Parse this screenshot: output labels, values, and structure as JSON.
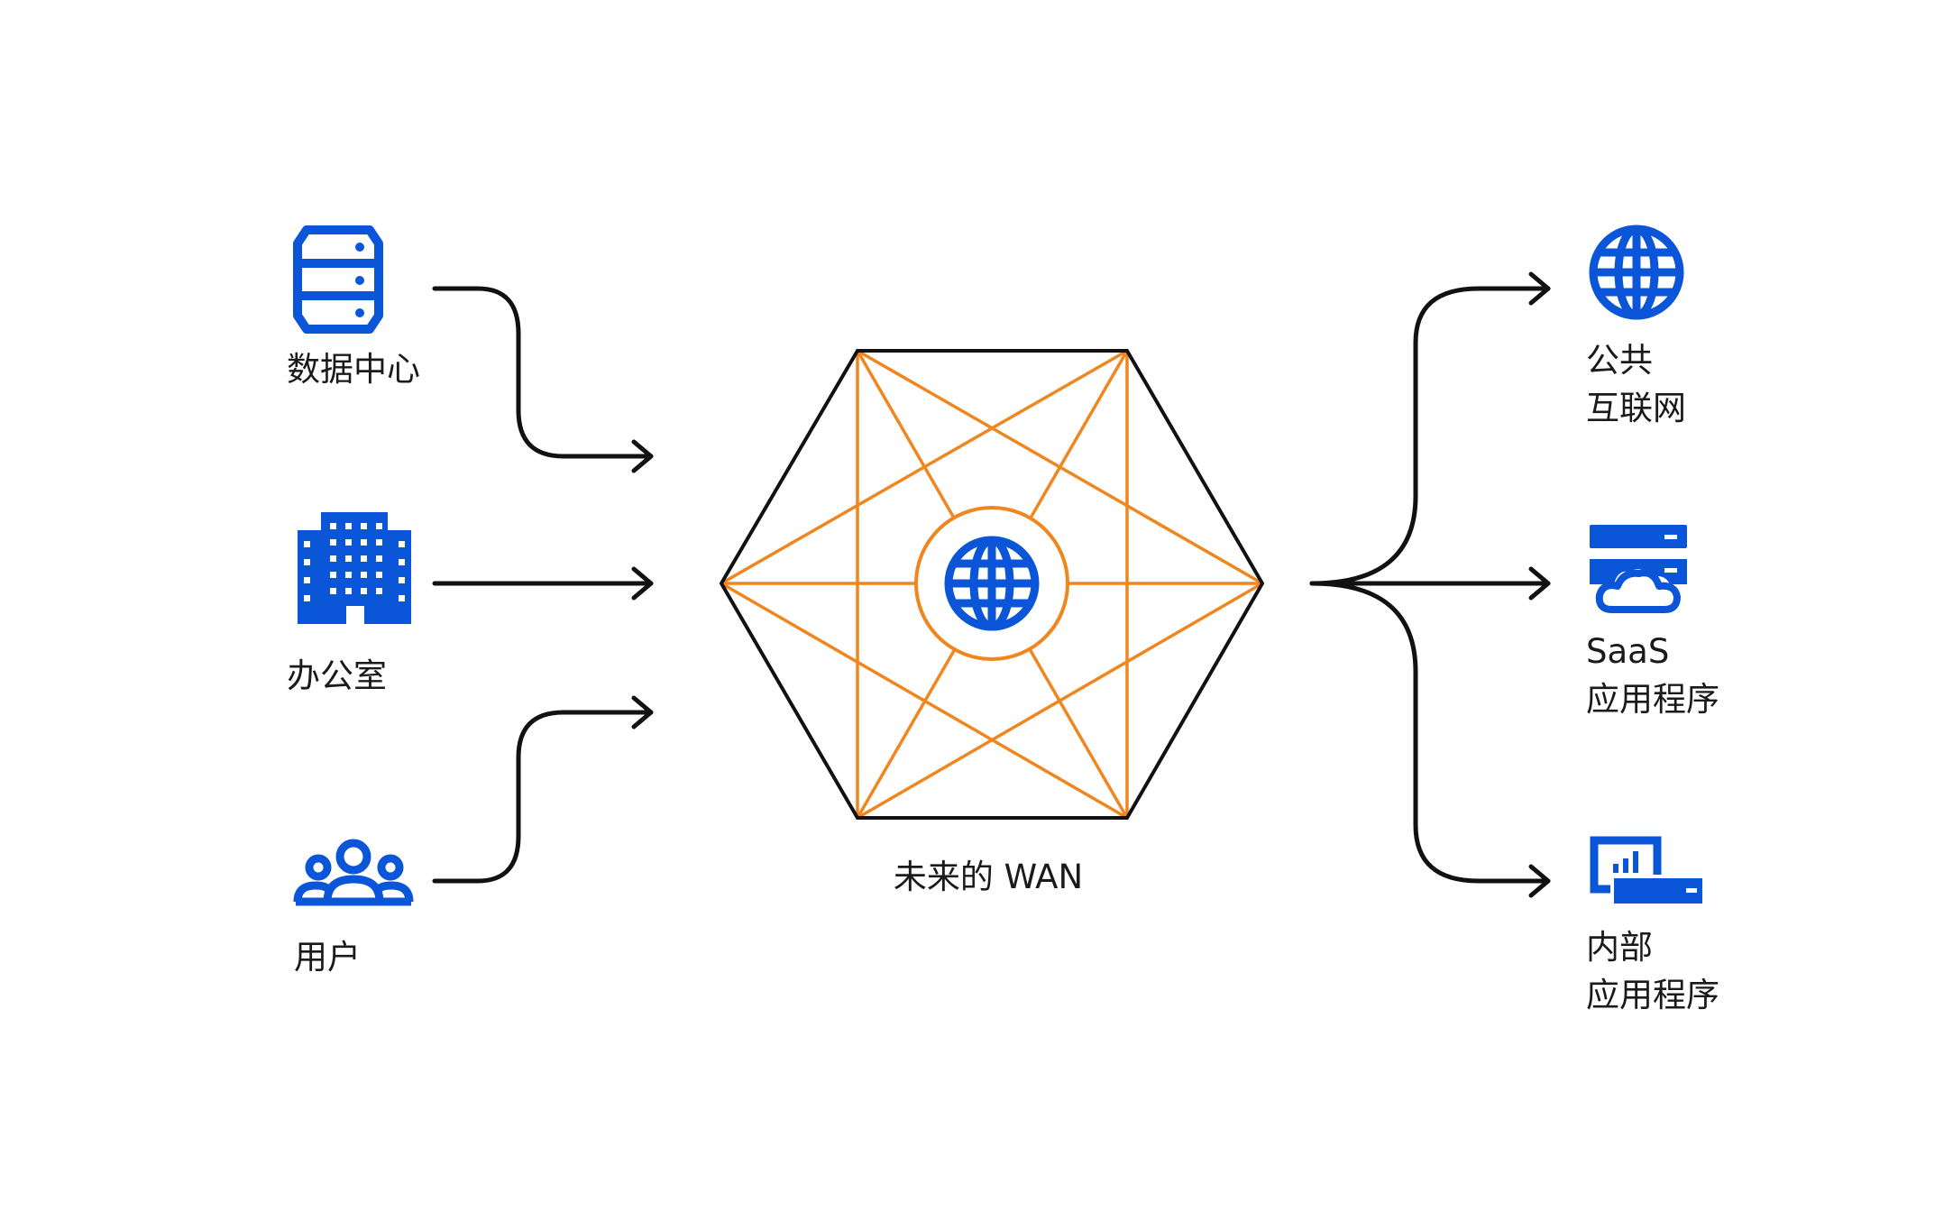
{
  "colors": {
    "icon": "#0a55d8",
    "mesh": "#f0861e",
    "line": "#111111"
  },
  "sources": [
    {
      "icon": "server-stack-icon",
      "label": "数据中心"
    },
    {
      "icon": "office-building-icon",
      "label": "办公室"
    },
    {
      "icon": "users-group-icon",
      "label": "用户"
    }
  ],
  "center": {
    "icon": "globe-icon",
    "label": "未来的 WAN"
  },
  "destinations": [
    {
      "icon": "globe-icon",
      "label_line1": "公共",
      "label_line2": "互联网"
    },
    {
      "icon": "saas-cloud-server-icon",
      "label_line1": "SaaS",
      "label_line2": "应用程序"
    },
    {
      "icon": "internal-app-dashboard-icon",
      "label_line1": "内部",
      "label_line2": "应用程序"
    }
  ]
}
